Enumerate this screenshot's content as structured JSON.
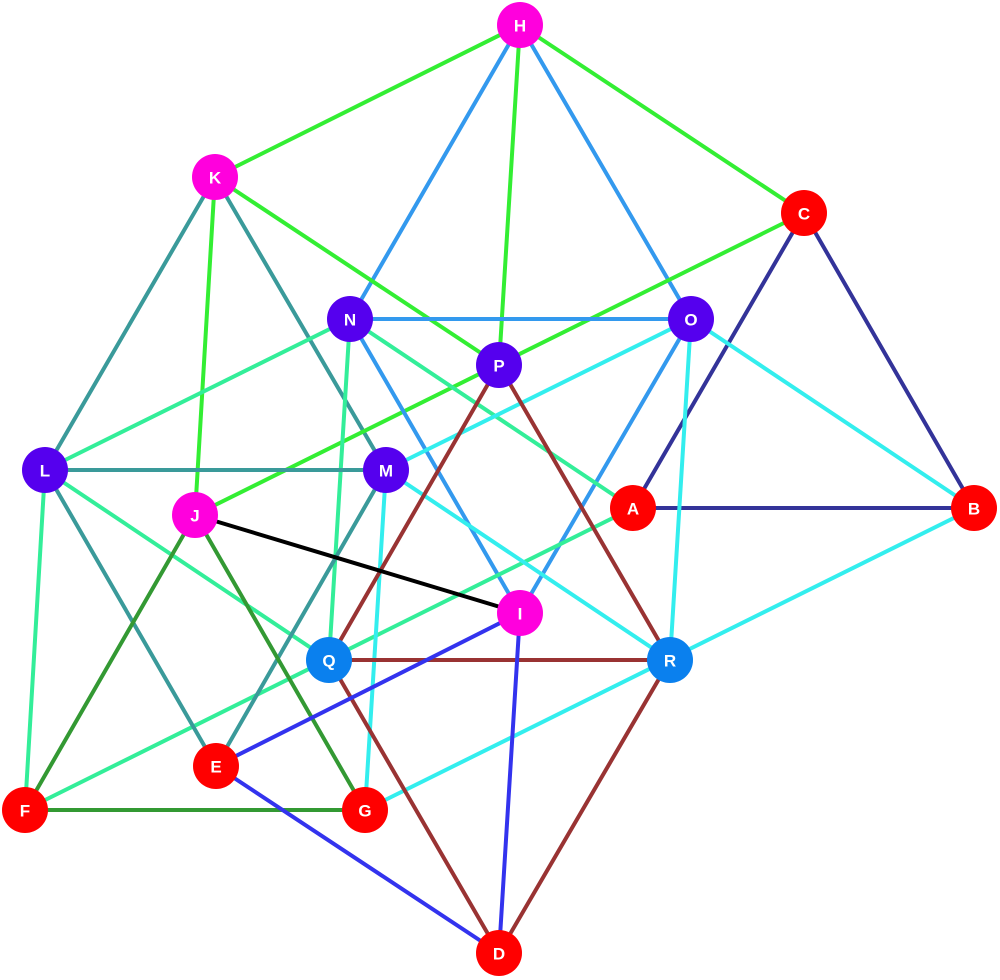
{
  "colors": {
    "red": "#ff0000",
    "magenta": "#ff00dd",
    "purple": "#5500ee",
    "blue": "#0a80ee",
    "green": "#33ee33",
    "teal": "#3a9a9a",
    "mint": "#33ee99",
    "sky": "#3399ee",
    "cyan": "#33eeee",
    "navy": "#333399",
    "brown": "#993333",
    "darkgreen": "#339933",
    "royal": "#3333ee",
    "black": "#000000"
  },
  "nodes": [
    {
      "id": "A",
      "color": "red"
    },
    {
      "id": "B",
      "color": "red"
    },
    {
      "id": "C",
      "color": "red"
    },
    {
      "id": "D",
      "color": "red"
    },
    {
      "id": "E",
      "color": "red"
    },
    {
      "id": "F",
      "color": "red"
    },
    {
      "id": "G",
      "color": "red"
    },
    {
      "id": "H",
      "color": "magenta"
    },
    {
      "id": "I",
      "color": "magenta"
    },
    {
      "id": "J",
      "color": "magenta"
    },
    {
      "id": "K",
      "color": "magenta"
    },
    {
      "id": "L",
      "color": "purple"
    },
    {
      "id": "M",
      "color": "purple"
    },
    {
      "id": "N",
      "color": "purple"
    },
    {
      "id": "O",
      "color": "purple"
    },
    {
      "id": "P",
      "color": "purple"
    },
    {
      "id": "Q",
      "color": "blue"
    },
    {
      "id": "R",
      "color": "blue"
    }
  ],
  "edges": [
    {
      "from": "H",
      "to": "K",
      "color": "green"
    },
    {
      "from": "H",
      "to": "C",
      "color": "green"
    },
    {
      "from": "H",
      "to": "P",
      "color": "green"
    },
    {
      "from": "H",
      "to": "N",
      "color": "sky"
    },
    {
      "from": "H",
      "to": "O",
      "color": "sky"
    },
    {
      "from": "K",
      "to": "P",
      "color": "green"
    },
    {
      "from": "K",
      "to": "J",
      "color": "green"
    },
    {
      "from": "K",
      "to": "L",
      "color": "teal"
    },
    {
      "from": "K",
      "to": "M",
      "color": "teal"
    },
    {
      "from": "C",
      "to": "J",
      "color": "green"
    },
    {
      "from": "C",
      "to": "A",
      "color": "navy"
    },
    {
      "from": "C",
      "to": "B",
      "color": "navy"
    },
    {
      "from": "A",
      "to": "B",
      "color": "navy"
    },
    {
      "from": "N",
      "to": "O",
      "color": "sky"
    },
    {
      "from": "N",
      "to": "I",
      "color": "sky"
    },
    {
      "from": "O",
      "to": "I",
      "color": "sky"
    },
    {
      "from": "N",
      "to": "L",
      "color": "mint"
    },
    {
      "from": "N",
      "to": "A",
      "color": "mint"
    },
    {
      "from": "N",
      "to": "Q",
      "color": "mint"
    },
    {
      "from": "L",
      "to": "Q",
      "color": "mint"
    },
    {
      "from": "L",
      "to": "F",
      "color": "mint"
    },
    {
      "from": "A",
      "to": "F",
      "color": "mint"
    },
    {
      "from": "L",
      "to": "M",
      "color": "teal"
    },
    {
      "from": "L",
      "to": "E",
      "color": "teal"
    },
    {
      "from": "M",
      "to": "E",
      "color": "teal"
    },
    {
      "from": "O",
      "to": "M",
      "color": "cyan"
    },
    {
      "from": "O",
      "to": "B",
      "color": "cyan"
    },
    {
      "from": "O",
      "to": "R",
      "color": "cyan"
    },
    {
      "from": "M",
      "to": "R",
      "color": "cyan"
    },
    {
      "from": "M",
      "to": "G",
      "color": "cyan"
    },
    {
      "from": "B",
      "to": "G",
      "color": "cyan"
    },
    {
      "from": "P",
      "to": "Q",
      "color": "brown"
    },
    {
      "from": "P",
      "to": "R",
      "color": "brown"
    },
    {
      "from": "Q",
      "to": "R",
      "color": "brown"
    },
    {
      "from": "Q",
      "to": "D",
      "color": "brown"
    },
    {
      "from": "R",
      "to": "D",
      "color": "brown"
    },
    {
      "from": "J",
      "to": "I",
      "color": "black"
    },
    {
      "from": "J",
      "to": "F",
      "color": "darkgreen"
    },
    {
      "from": "J",
      "to": "G",
      "color": "darkgreen"
    },
    {
      "from": "F",
      "to": "G",
      "color": "darkgreen"
    },
    {
      "from": "I",
      "to": "E",
      "color": "royal"
    },
    {
      "from": "I",
      "to": "D",
      "color": "royal"
    },
    {
      "from": "E",
      "to": "D",
      "color": "royal"
    }
  ]
}
